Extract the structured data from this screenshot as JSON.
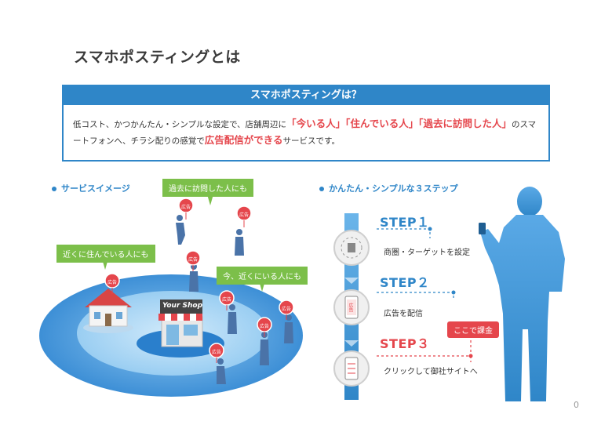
{
  "title": "スマホポスティングとは",
  "summary": {
    "heading": "スマホポスティングは？",
    "t1": "低コスト、かつかんたん・シンプルな設定で、店舗周辺に",
    "e1": "「今いる人」「住んでいる人」「過去に訪問した人」",
    "t2": "のスマートフォンへ、チラシ配りの感覚で",
    "e2": "広告配信ができる",
    "t3": "サービスです。"
  },
  "left_panel": {
    "label": "サービスイメージ",
    "tags": {
      "past": "過去に訪問した人にも",
      "near": "近くに住んでいる人にも",
      "now": "今、近くにいる人にも"
    },
    "pin_label": "広告",
    "shop_sign": "Your Shop"
  },
  "right_panel": {
    "label": "かんたん・シンプルな３ステップ",
    "steps": [
      {
        "title": "STEP１",
        "text": "商圏・ターゲットを設定"
      },
      {
        "title": "STEP２",
        "text": "広告を配信"
      },
      {
        "title": "STEP３",
        "text": "クリックして御社サイトへ"
      }
    ],
    "charge_badge": "ここで課金",
    "phone_label": "広告"
  },
  "page_number": "0",
  "colors": {
    "brand_blue": "#2f86c8",
    "accent_red": "#e5464c",
    "tag_green": "#7cbf4a"
  }
}
